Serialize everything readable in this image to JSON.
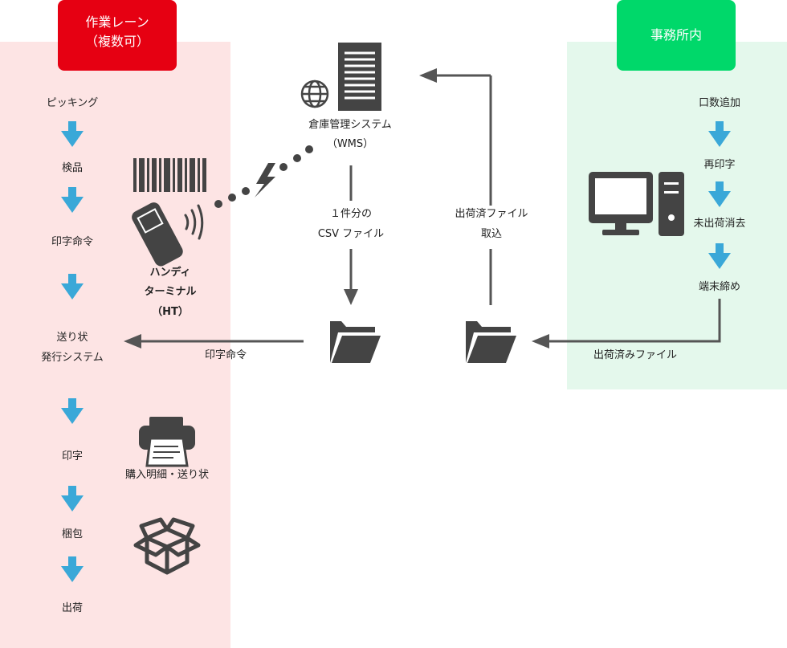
{
  "work_lane": {
    "title_line1": "作業レーン",
    "title_line2": "（複数可）",
    "steps": [
      "ピッキング",
      "検品",
      "印字命令",
      "送り状",
      "発行システム",
      "印字",
      "梱包",
      "出荷"
    ],
    "handy": [
      "ハンディ",
      "ターミナル",
      "（HT）"
    ],
    "printer_label": "購入明細・送り状"
  },
  "office": {
    "title": "事務所内",
    "steps": [
      "口数追加",
      "再印字",
      "未出荷消去",
      "端末締め"
    ]
  },
  "wms": {
    "line1": "倉庫管理システム",
    "line2": "（WMS）"
  },
  "flows": {
    "csv_line1": "１件分の",
    "csv_line2": "CSV ファイル",
    "import_line1": "出荷済ファイル",
    "import_line2": "取込",
    "print_command": "印字命令",
    "shipped_file": "出荷済みファイル"
  },
  "colors": {
    "work_badge": "#e60012",
    "office_badge": "#00d86a",
    "work_bg": "#fde4e4",
    "office_bg": "#e4f8ec",
    "step_arrow": "#3aa8d8",
    "icon": "#444444"
  },
  "icons": [
    "server-icon",
    "globe-icon",
    "barcode-icon",
    "handheld-terminal-icon",
    "signal-icon",
    "lightning-icon",
    "folder-icon",
    "desktop-computer-icon",
    "printer-icon",
    "box-icon"
  ]
}
